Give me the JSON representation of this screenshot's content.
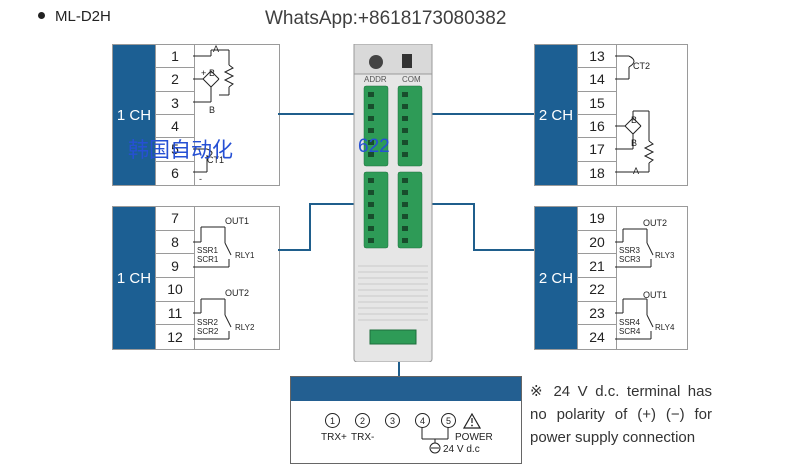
{
  "header": {
    "model": "ML-D2H",
    "contact": "WhatsApp:+8618173080382"
  },
  "watermark": {
    "cn": "韩国自动化",
    "num": "622"
  },
  "blocks": {
    "ch1_top": {
      "label": "1 CH",
      "terminals": [
        "1",
        "2",
        "3",
        "4",
        "5",
        "6"
      ],
      "symbols": [
        "A",
        "B",
        "B",
        "CT1",
        "+",
        "-"
      ]
    },
    "ch1_bottom": {
      "label": "1 CH",
      "terminals": [
        "7",
        "8",
        "9",
        "10",
        "11",
        "12"
      ],
      "symbols": [
        "OUT1",
        "SSR1",
        "SCR1",
        "RLY1",
        "OUT2",
        "SSR2",
        "SCR2",
        "RLY2"
      ]
    },
    "ch2_top": {
      "label": "2 CH",
      "terminals": [
        "13",
        "14",
        "15",
        "16",
        "17",
        "18"
      ],
      "symbols": [
        "CT2",
        "B",
        "B",
        "A"
      ]
    },
    "ch2_bottom": {
      "label": "2 CH",
      "terminals": [
        "19",
        "20",
        "21",
        "22",
        "23",
        "24"
      ],
      "symbols": [
        "OUT2",
        "SSR3",
        "SCR3",
        "RLY3",
        "OUT1",
        "SSR4",
        "SCR4",
        "RLY4"
      ]
    }
  },
  "device": {
    "addr_label": "ADDR",
    "comm_label": "COM"
  },
  "power": {
    "pins": [
      "1",
      "2",
      "3",
      "4",
      "5"
    ],
    "trx_plus": "TRX+",
    "trx_minus": "TRX-",
    "power_label": "POWER",
    "voltage": "24 V d.c",
    "warning_icon": "warning-triangle-icon"
  },
  "note": {
    "text": "※ 24 V d.c. terminal has no polarity of (+) (−) for power supply connection"
  },
  "colors": {
    "channel_tab": "#1c5f93",
    "watermark_blue": "#2650d4",
    "wire": "#1f5e8c",
    "terminal_green": "#2e9b57"
  }
}
